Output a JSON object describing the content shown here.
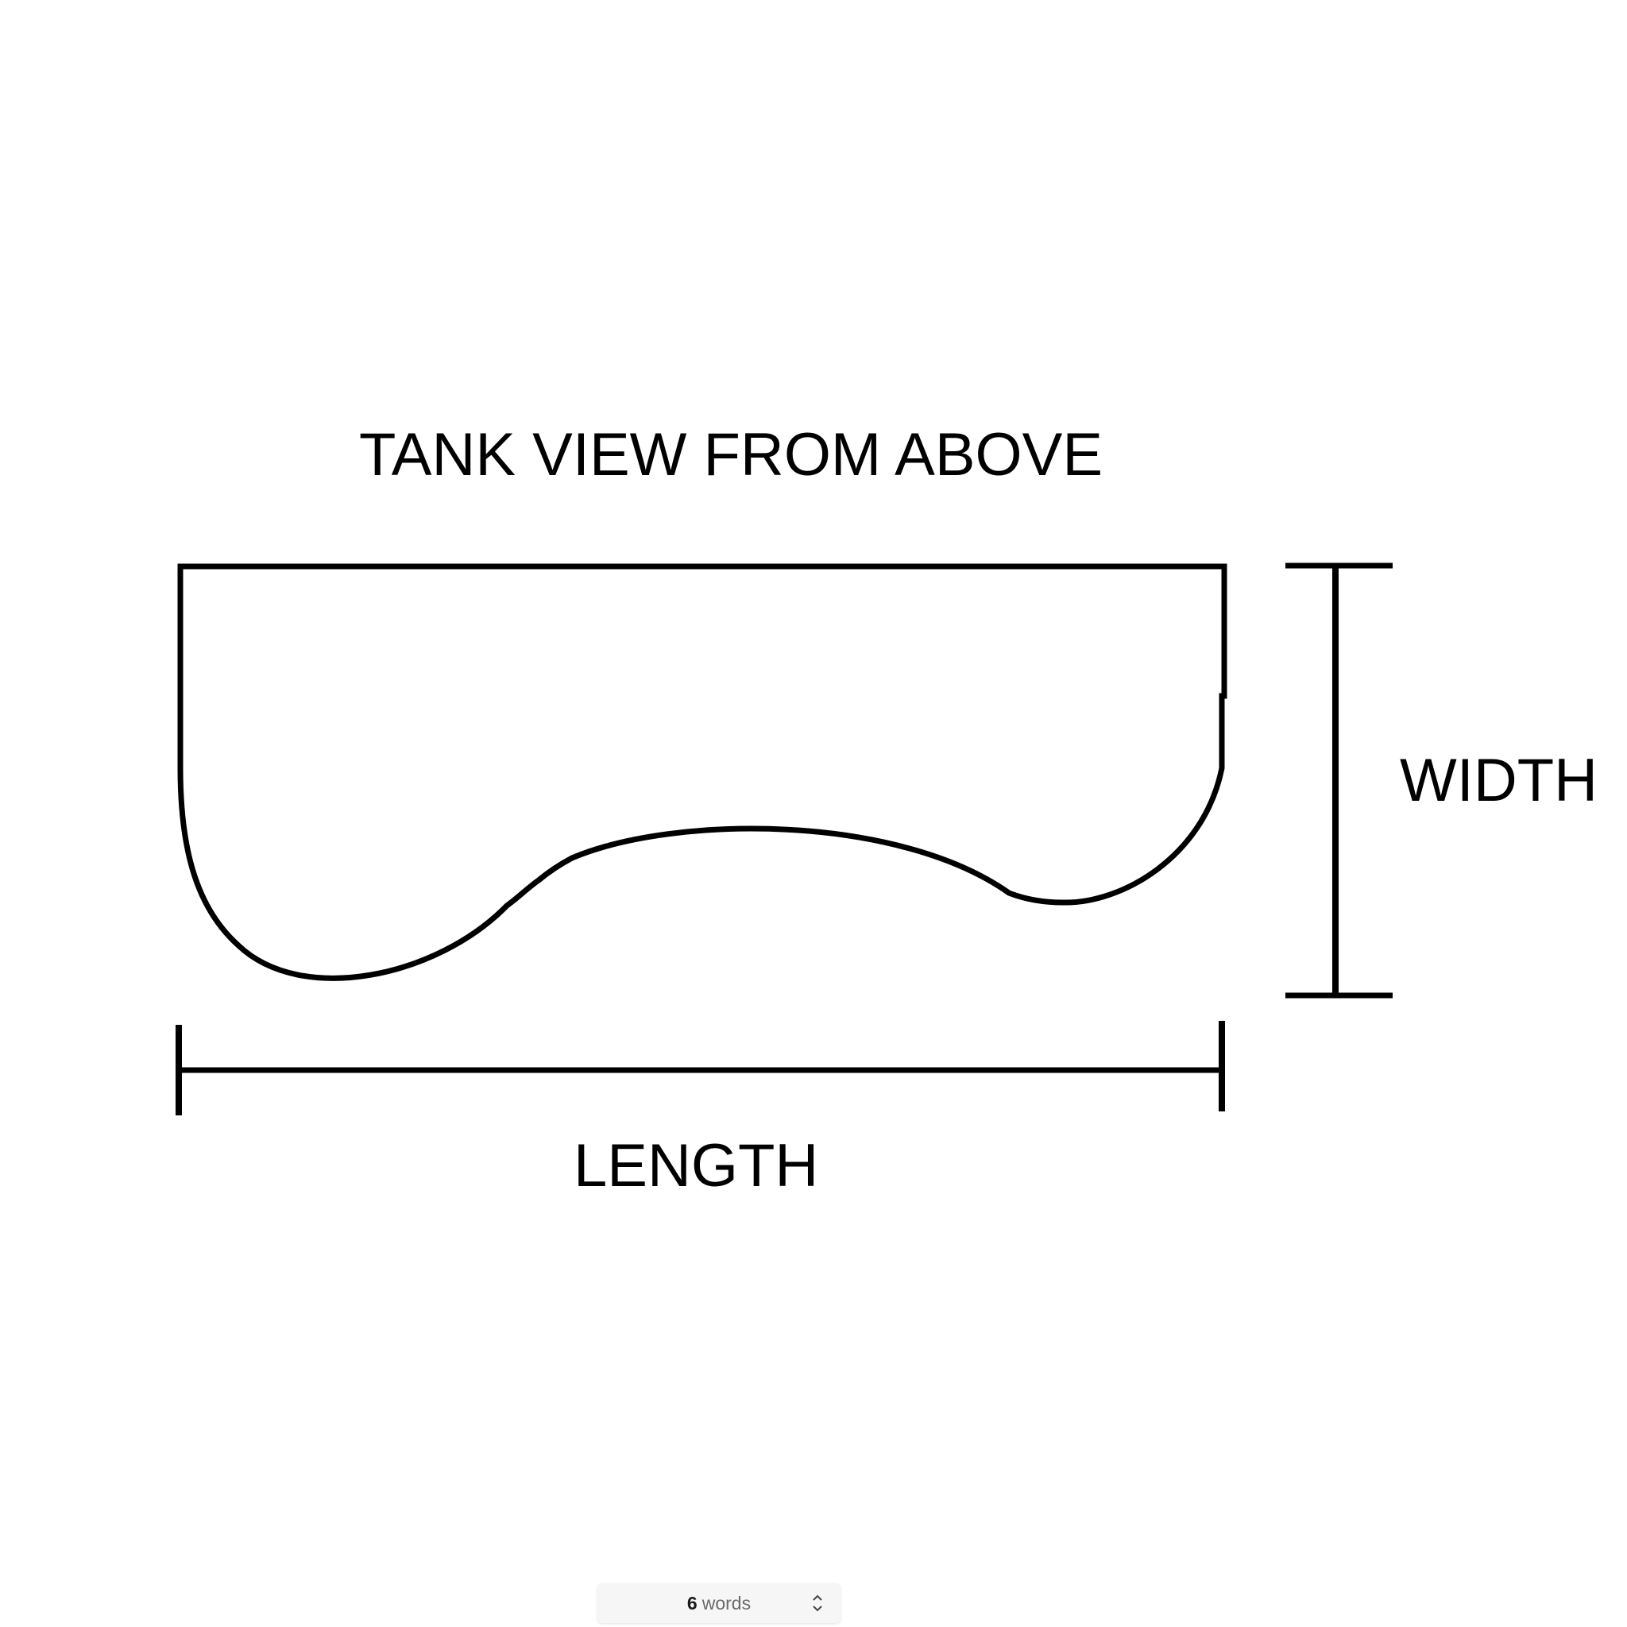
{
  "diagram": {
    "title": "TANK VIEW FROM ABOVE",
    "width_label": "WIDTH",
    "length_label": "LENGTH"
  },
  "status_bar": {
    "word_count": "6",
    "word_unit": "words"
  },
  "icons": {
    "stepper": "chevron-up-down-icon"
  },
  "colors": {
    "stroke": "#000000",
    "background": "#ffffff",
    "status_bg": "#f6f6f6"
  }
}
